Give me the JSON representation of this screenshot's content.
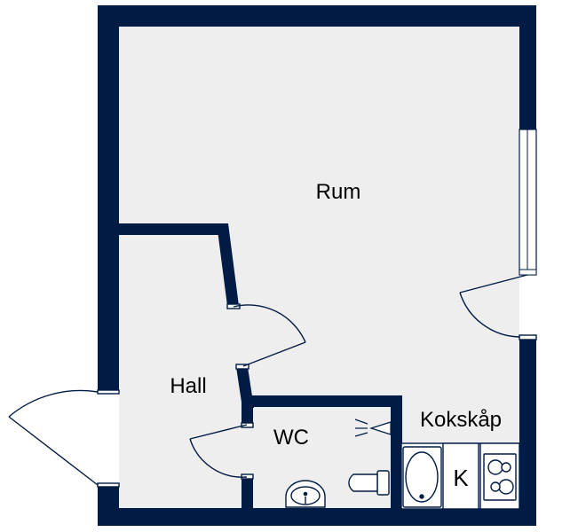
{
  "plan": {
    "rooms": {
      "rum": "Rum",
      "hall": "Hall",
      "wc": "WC",
      "kitchen": "Kokskåp"
    },
    "fixtures": {
      "fridge_label": "K"
    }
  },
  "colors": {
    "wall": "#001b44",
    "floor": "#eeeeee",
    "line": "#001b44",
    "background": "#ffffff"
  }
}
